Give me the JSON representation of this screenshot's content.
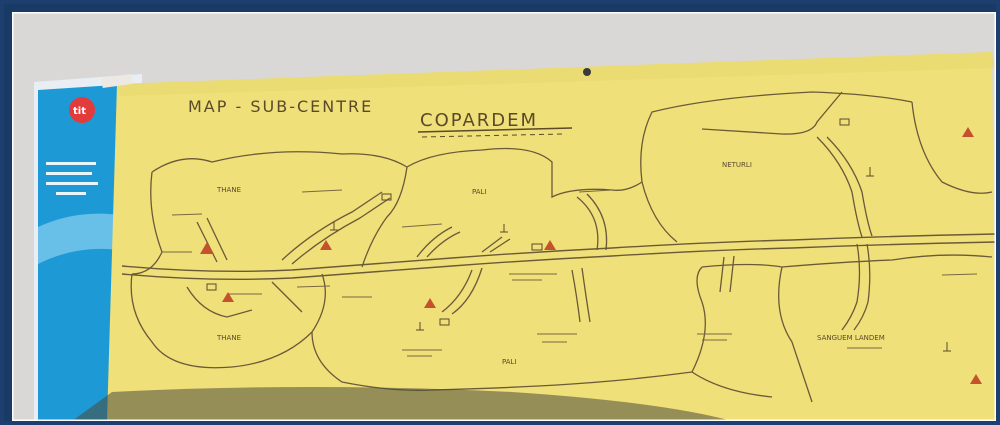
{
  "photo": {
    "title_line1": "MAP - SUB-CENTRE",
    "title_line2": "COPARDEM",
    "poster_badge": "tit",
    "places": [
      {
        "name": "THANE"
      },
      {
        "name": "PALI"
      },
      {
        "name": "NETURLI"
      },
      {
        "name": "THANE"
      },
      {
        "name": "PALI"
      },
      {
        "name": "SANGUEM LANDEM"
      }
    ],
    "legend_colors": {
      "paper": "#efe07a",
      "ink": "#5a4a2a",
      "marker": "#c4522d",
      "frame": "#1c3f70",
      "poster_blue": "#1d9ad6"
    }
  }
}
